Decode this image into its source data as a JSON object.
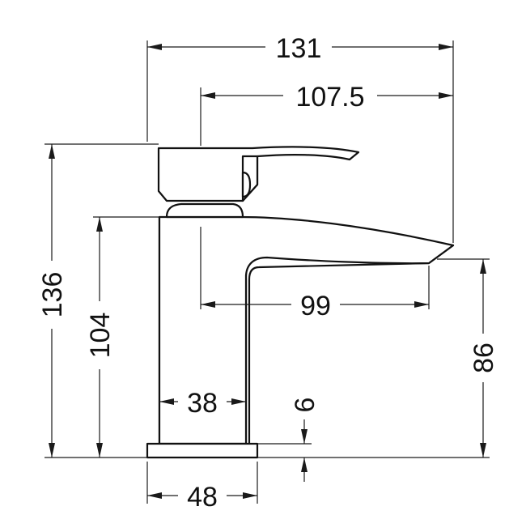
{
  "dimensions": {
    "overall_width": "131",
    "lever_to_spout": "107.5",
    "spout_reach": "99",
    "overall_height": "136",
    "body_height": "104",
    "spout_height": "86",
    "body_width": "38",
    "base_width": "48",
    "base_thickness": "6"
  }
}
